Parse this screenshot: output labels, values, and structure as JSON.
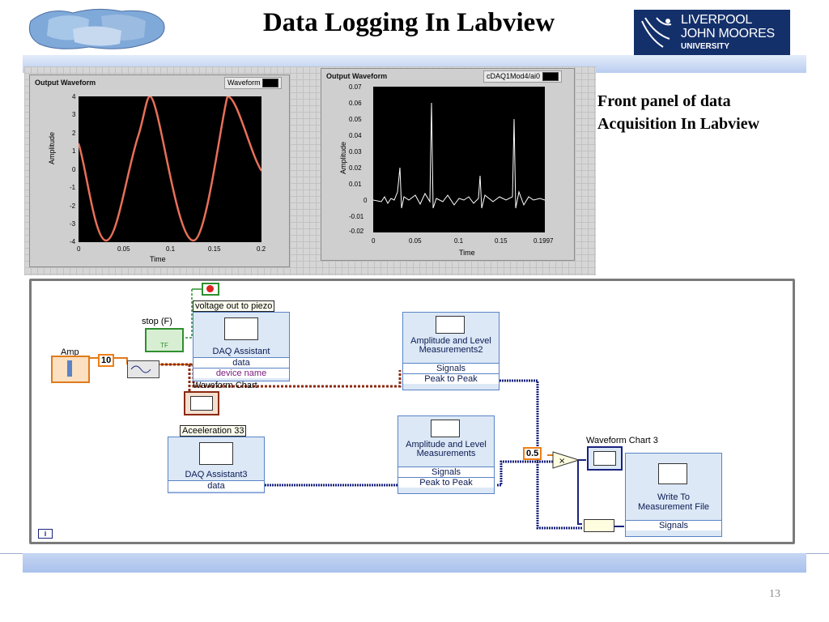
{
  "slide": {
    "title": "Data Logging In Labview",
    "page_number": "13"
  },
  "logo": {
    "line1": "LIVERPOOL",
    "line2": "JOHN MOORES",
    "line3": "UNIVERSITY"
  },
  "caption": {
    "line1": "Front panel of data",
    "line2": "Acquisition In Labview"
  },
  "graph1": {
    "title": "Output Waveform",
    "legend": "Waveform",
    "ylabel": "Amplitude",
    "xlabel": "Time",
    "yticks": [
      "4",
      "3",
      "2",
      "1",
      "0",
      "-1",
      "-2",
      "-3",
      "-4"
    ],
    "xticks": [
      "0",
      "0.05",
      "0.1",
      "0.15",
      "0.2"
    ]
  },
  "graph2": {
    "title": "Output Waveform",
    "legend": "cDAQ1Mod4/ai0",
    "ylabel": "Amplitude",
    "xlabel": "Time",
    "yticks": [
      "0.07",
      "0.06",
      "0.05",
      "0.04",
      "0.03",
      "0.02",
      "0.01",
      "0",
      "-0.01",
      "-0.02"
    ],
    "xticks": [
      "0",
      "0.05",
      "0.1",
      "0.15",
      "0.1997"
    ]
  },
  "block_diagram": {
    "amp_label": "Amp",
    "const_10": "10",
    "stop_label": "stop (F)",
    "stop_value": "TF",
    "voltage_label": "voltage out to piezo",
    "daq1": {
      "title": "DAQ Assistant",
      "r1": "data",
      "r2": "device name"
    },
    "wf_chart": "Waveform Chart",
    "alm2": {
      "title": "Amplitude and Level Measurements2",
      "r1": "Signals",
      "r2": "Peak to Peak"
    },
    "accel_label": "Aceeleration 33",
    "daq3": {
      "title": "DAQ Assistant3",
      "r1": "data"
    },
    "alm1": {
      "title": "Amplitude and Level Measurements",
      "r1": "Signals",
      "r2": "Peak to Peak"
    },
    "const_05": "0.5",
    "wf_chart3": "Waveform Chart 3",
    "write": {
      "title": "Write To Measurement File",
      "r1": "Signals"
    },
    "info": "i"
  },
  "colors": {
    "band": "#b9cdf0",
    "logo_bg": "#14306b",
    "signal": "#e8705a",
    "wire_blue": "#1a237e",
    "wire_orange": "#e07b1a",
    "wire_brown": "#8b2a10"
  }
}
